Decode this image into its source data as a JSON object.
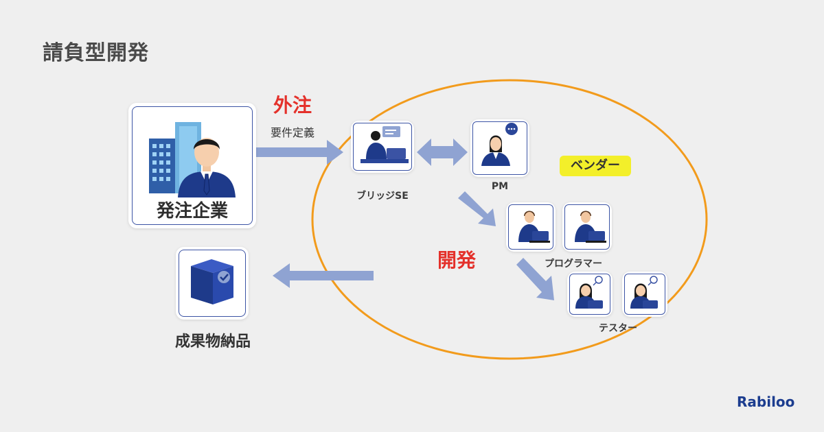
{
  "title": "請負型開発",
  "client": {
    "label": "発注企業"
  },
  "outsource": {
    "label": "外注",
    "sublabel": "要件定義"
  },
  "vendor": {
    "badge": "ベンダー",
    "ellipse_color": "#f29b1c"
  },
  "roles": {
    "bridge_se": "ブリッジSE",
    "pm": "PM",
    "programmer": "プログラマー",
    "tester": "テスター"
  },
  "development": {
    "label": "開発"
  },
  "deliverable": {
    "label": "成果物納品"
  },
  "brand": {
    "logo": "Rabiloo"
  },
  "colors": {
    "arrow": "#8fa3d2",
    "accent_red": "#e4312b",
    "navy": "#1e3a8a",
    "badge": "#f3ef2a"
  }
}
